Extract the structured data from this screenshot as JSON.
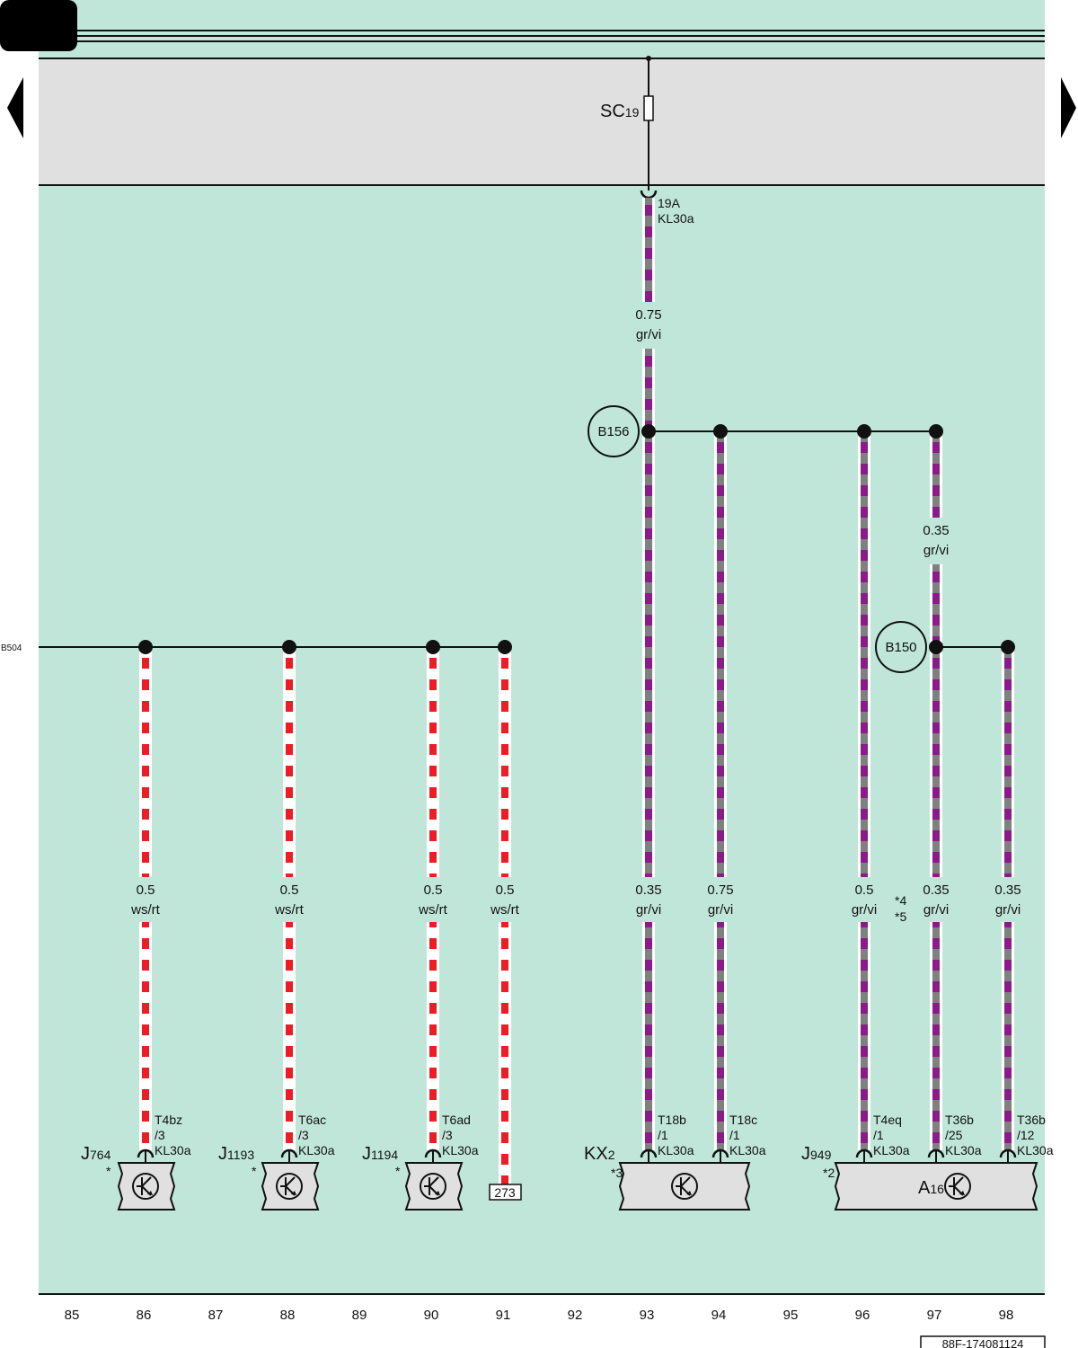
{
  "colors": {
    "background": "#c0e6da",
    "fuse_panel": "#e0e0e0",
    "wire_black": "#111111",
    "ws_rt_primary": "#ffffff",
    "ws_rt_stripe": "#ee1c24",
    "gr_vi_primary": "#808080",
    "gr_vi_stripe": "#8b1a8b",
    "module_fill": "#e0e0e0"
  },
  "fuse": {
    "label": "SC",
    "sub": "19",
    "icon": "fuse-icon"
  },
  "supply": {
    "pin": "19A",
    "terminal": "KL30a"
  },
  "wire_feed": {
    "size": "0.75",
    "color": "gr/vi"
  },
  "wire_b150_feed": {
    "size": "0.35",
    "color": "gr/vi"
  },
  "connections": {
    "b156": "B156",
    "b150": "B150",
    "b504": "B504"
  },
  "branches": [
    {
      "column": "86",
      "size": "0.5",
      "color": "ws/rt",
      "conn": "T4bz",
      "pin": "/3",
      "terminal": "KL30a"
    },
    {
      "column": "88",
      "size": "0.5",
      "color": "ws/rt",
      "conn": "T6ac",
      "pin": "/3",
      "terminal": "KL30a"
    },
    {
      "column": "90",
      "size": "0.5",
      "color": "ws/rt",
      "conn": "T6ad",
      "pin": "/3",
      "terminal": "KL30a"
    },
    {
      "column": "91",
      "size": "0.5",
      "color": "ws/rt",
      "conn": "",
      "pin": "",
      "terminal": ""
    },
    {
      "column": "93",
      "size": "0.35",
      "color": "gr/vi",
      "conn": "T18b",
      "pin": "/1",
      "terminal": "KL30a"
    },
    {
      "column": "94",
      "size": "0.75",
      "color": "gr/vi",
      "conn": "T18c",
      "pin": "/1",
      "terminal": "KL30a"
    },
    {
      "column": "96",
      "size": "0.5",
      "color": "gr/vi",
      "conn": "T4eq",
      "pin": "/1",
      "terminal": "KL30a"
    },
    {
      "column": "97",
      "size": "0.35",
      "color": "gr/vi",
      "conn": "T36b",
      "pin": "/25",
      "terminal": "KL30a"
    },
    {
      "column": "98",
      "size": "0.35",
      "color": "gr/vi",
      "conn": "T36b",
      "pin": "/12",
      "terminal": "KL30a"
    }
  ],
  "modules": [
    {
      "name": "J",
      "sub": "764",
      "note": "*",
      "icon": "control-unit-icon"
    },
    {
      "name": "J",
      "sub": "1193",
      "note": "*",
      "icon": "control-unit-icon"
    },
    {
      "name": "J",
      "sub": "1194",
      "note": "*",
      "icon": "control-unit-icon"
    },
    {
      "name": "KX",
      "sub": "2",
      "note": "*3",
      "icon": "control-unit-icon"
    },
    {
      "name": "J",
      "sub": "949",
      "note": "*2",
      "icon": "control-unit-icon",
      "inner_name": "A",
      "inner_sub": "16"
    }
  ],
  "ref_box": "273",
  "notes": {
    "n4": "*4",
    "n5": "*5"
  },
  "columns": [
    "85",
    "86",
    "87",
    "88",
    "89",
    "90",
    "91",
    "92",
    "93",
    "94",
    "95",
    "96",
    "97",
    "98"
  ],
  "nav": {
    "prev": "previous-page-arrow",
    "next": "next-page-arrow",
    "tab": "page-tab"
  },
  "footer_id": "88F-174081124"
}
